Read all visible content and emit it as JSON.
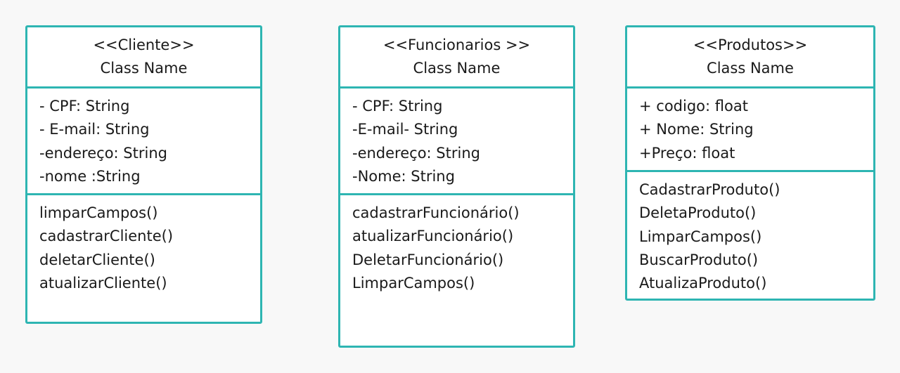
{
  "colors": {
    "border": "#2eb5b2",
    "background": "#f8f8f8",
    "box_fill": "#ffffff",
    "text": "#1a1a1a"
  },
  "classes": [
    {
      "stereotype": "<<Cliente>>",
      "name": "Class Name",
      "attributes": [
        "- CPF: String",
        "- E-mail: String",
        "-endereço: String",
        "-nome :String"
      ],
      "methods": [
        "limparCampos()",
        "cadastrarCliente()",
        "deletarCliente()",
        "atualizarCliente()"
      ]
    },
    {
      "stereotype": "<<Funcionarios >>",
      "name": "Class Name",
      "attributes": [
        "- CPF: String",
        "-E-mail- String",
        "-endereço: String",
        "-Nome: String"
      ],
      "methods": [
        "cadastrarFuncionário()",
        "atualizarFuncionário()",
        "DeletarFuncionário()",
        "LimparCampos()"
      ]
    },
    {
      "stereotype": "<<Produtos>>",
      "name": "Class Name",
      "attributes": [
        "+ codigo: float",
        "+ Nome: String",
        "+Preço: float"
      ],
      "methods": [
        "CadastrarProduto()",
        "DeletaProduto()",
        "LimparCampos()",
        "BuscarProduto()",
        "AtualizaProduto()"
      ]
    }
  ]
}
